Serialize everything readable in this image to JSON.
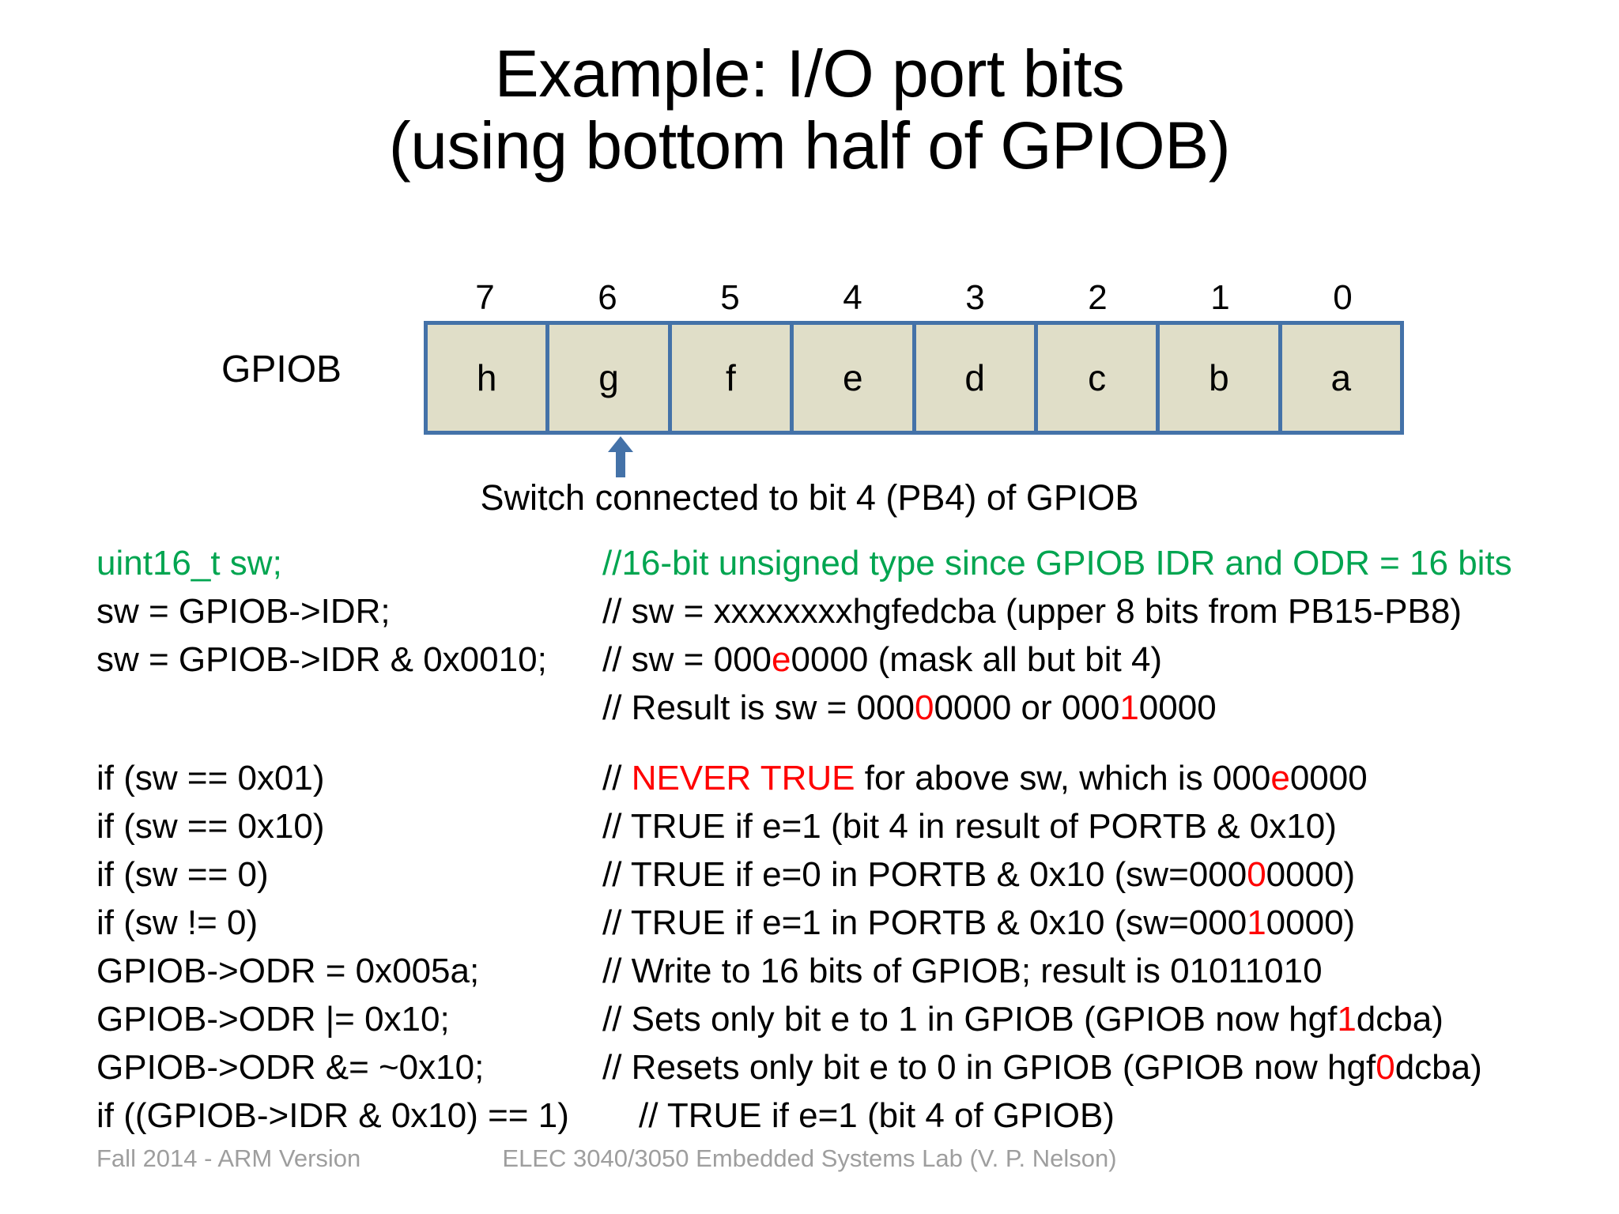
{
  "title": {
    "line1": "Example: I/O port bits",
    "line2": "(using bottom half of GPIOB)"
  },
  "diagram": {
    "register_label": "GPIOB",
    "bit_numbers": [
      "7",
      "6",
      "5",
      "4",
      "3",
      "2",
      "1",
      "0"
    ],
    "bit_values": [
      "h",
      "g",
      "f",
      "e",
      "d",
      "c",
      "b",
      "a"
    ],
    "arrow_icon": "arrow-up-icon",
    "arrow_target_bit": "4",
    "caption": "Switch connected to bit 4 (PB4) of GPIOB",
    "colors": {
      "cell_fill": "#E0DEC8",
      "cell_border": "#4472A8",
      "arrow": "#4472A8"
    }
  },
  "colors": {
    "green": "#00A550",
    "red": "#FF0000",
    "footer_gray": "#9E9E9E"
  },
  "code": [
    {
      "statement": [
        {
          "t": "uint16_t sw;",
          "c": "green"
        }
      ],
      "comment": [
        {
          "t": "//16-bit unsigned type since GPIOB IDR and ODR = 16 bits",
          "c": "green"
        }
      ]
    },
    {
      "statement": [
        {
          "t": "sw = GPIOB->IDR;",
          "c": "black"
        }
      ],
      "comment": [
        {
          "t": "// sw = xxxxxxxxhgfedcba  (upper 8 bits from PB15-PB8)",
          "c": "black"
        }
      ]
    },
    {
      "statement": [
        {
          "t": "sw = GPIOB->IDR & 0x0010;",
          "c": "black"
        }
      ],
      "comment": [
        {
          "t": "// sw = 000",
          "c": "black"
        },
        {
          "t": "e",
          "c": "red"
        },
        {
          "t": "0000  (mask all but bit 4)",
          "c": "black"
        }
      ]
    },
    {
      "statement": [
        {
          "t": "",
          "c": "black"
        }
      ],
      "comment": [
        {
          "t": "// Result is sw = 000",
          "c": "black"
        },
        {
          "t": "0",
          "c": "red"
        },
        {
          "t": "0000 or 000",
          "c": "black"
        },
        {
          "t": "1",
          "c": "red"
        },
        {
          "t": "0000",
          "c": "black"
        }
      ]
    },
    {
      "statement": [
        {
          "t": "if (sw == 0x01)",
          "c": "black"
        }
      ],
      "comment": [
        {
          "t": "// ",
          "c": "black"
        },
        {
          "t": "NEVER TRUE",
          "c": "red"
        },
        {
          "t": " for above sw, which is 000",
          "c": "black"
        },
        {
          "t": "e",
          "c": "red"
        },
        {
          "t": "0000",
          "c": "black"
        }
      ]
    },
    {
      "statement": [
        {
          "t": "if (sw == 0x10)",
          "c": "black"
        }
      ],
      "comment": [
        {
          "t": "// TRUE if e=1 (bit 4 in result of PORTB & 0x10)",
          "c": "black"
        }
      ]
    },
    {
      "statement": [
        {
          "t": "if (sw == 0)",
          "c": "black"
        }
      ],
      "comment": [
        {
          "t": "// TRUE if e=0 in PORTB & 0x10 (sw=000",
          "c": "black"
        },
        {
          "t": "0",
          "c": "red"
        },
        {
          "t": "0000)",
          "c": "black"
        }
      ]
    },
    {
      "statement": [
        {
          "t": "if (sw != 0)",
          "c": "black"
        }
      ],
      "comment": [
        {
          "t": "// TRUE if e=1 in PORTB & 0x10 (sw=000",
          "c": "black"
        },
        {
          "t": "1",
          "c": "red"
        },
        {
          "t": "0000)",
          "c": "black"
        }
      ]
    },
    {
      "statement": [
        {
          "t": "GPIOB->ODR = 0x005a;",
          "c": "black"
        }
      ],
      "comment": [
        {
          "t": "// Write to 16 bits of GPIOB; result is 01011010",
          "c": "black"
        }
      ]
    },
    {
      "statement": [
        {
          "t": "GPIOB->ODR |= 0x10;",
          "c": "black"
        }
      ],
      "comment": [
        {
          "t": "// Sets only bit e to 1 in GPIOB  (GPIOB now hgf",
          "c": "black"
        },
        {
          "t": "1",
          "c": "red"
        },
        {
          "t": "dcba)",
          "c": "black"
        }
      ]
    },
    {
      "statement": [
        {
          "t": "GPIOB->ODR &= ~0x10;",
          "c": "black"
        }
      ],
      "comment": [
        {
          "t": "// Resets only bit e to 0 in GPIOB  (GPIOB now hgf",
          "c": "black"
        },
        {
          "t": "0",
          "c": "red"
        },
        {
          "t": "dcba)",
          "c": "black"
        }
      ]
    },
    {
      "statement": [
        {
          "t": "if ((GPIOB->IDR & 0x10) == 1)",
          "c": "black"
        }
      ],
      "comment": [
        {
          "t": "// TRUE if e=1 (bit 4 of GPIOB)",
          "c": "black"
        }
      ],
      "indent_comment": true
    }
  ],
  "footer": {
    "left": "Fall 2014 - ARM Version",
    "center": "ELEC 3040/3050 Embedded Systems Lab (V. P. Nelson)"
  }
}
